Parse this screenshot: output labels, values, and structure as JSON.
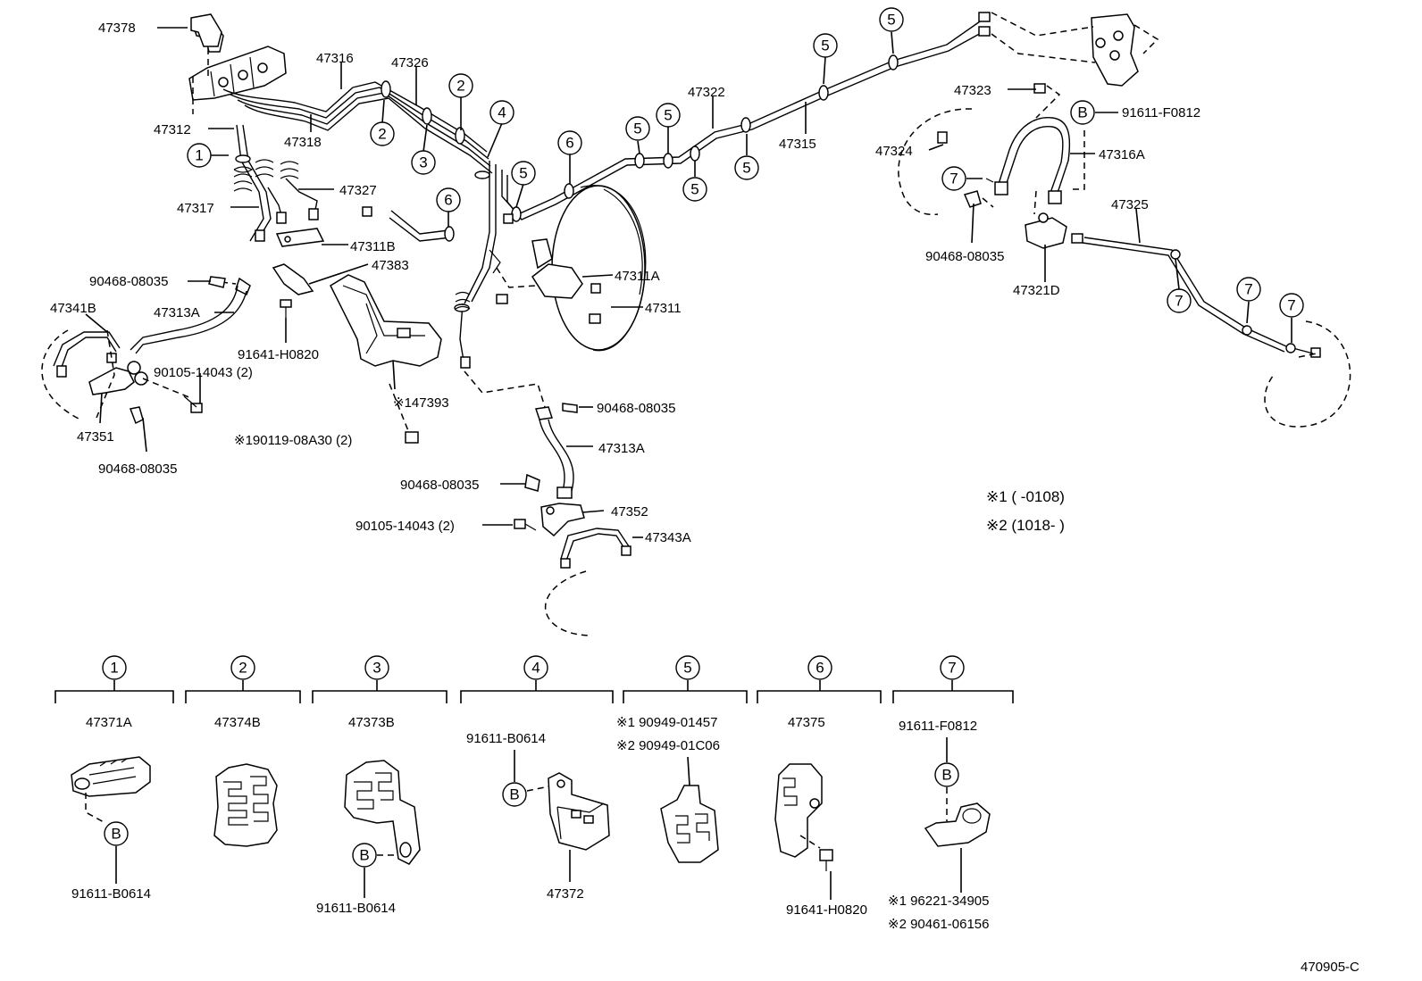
{
  "labels": {
    "p47378": "47378",
    "p47316": "47316",
    "p47326": "47326",
    "p47312": "47312",
    "p47318": "47318",
    "p47322": "47322",
    "p47315": "47315",
    "p47323": "47323",
    "p47324": "47324",
    "p91611_F0812_top": "91611-F0812",
    "p47316A": "47316A",
    "p47325": "47325",
    "p90468_right": "90468-08035",
    "p47321D": "47321D",
    "p47317": "47317",
    "p47327": "47327",
    "p47311B": "47311B",
    "p47383": "47383",
    "p47311A": "47311A",
    "p47311": "47311",
    "p90468_left": "90468-08035",
    "p47341B": "47341B",
    "p47313A_left": "47313A",
    "p91641_H0820_top": "91641-H0820",
    "p90105_left": "90105-14043 (2)",
    "p147393": "※147393",
    "p47351": "47351",
    "p90468_left_bottom": "90468-08035",
    "p90119": "※190119-08A30 (2)",
    "p90468_mid": "90468-08035",
    "p47313A_mid": "47313A",
    "p90468_mid2": "90468-08035",
    "p47352": "47352",
    "p90105_mid": "90105-14043 (2)",
    "p47343A": "47343A"
  },
  "notes": {
    "note1": "※1 (        -0108)",
    "note2": "※2 (1018-        )"
  },
  "circles": {
    "c1": "1",
    "c2": "2",
    "c3": "3",
    "c4": "4",
    "c5": "5",
    "c6": "6",
    "c7": "7",
    "cB": "B"
  },
  "detail": {
    "d1_part": "47371A",
    "d1_bolt": "91611-B0614",
    "d2_part": "47374B",
    "d3_part": "47373B",
    "d3_bolt": "91611-B0614",
    "d4_bolt": "91611-B0614",
    "d4_part": "47372",
    "d5_line1": "※1 90949-01457",
    "d5_line2": "※2 90949-01C06",
    "d6_part": "47375",
    "d6_bolt": "91641-H0820",
    "d7_bolt": "91611-F0812",
    "d7_line1": "※1 96221-34905",
    "d7_line2": "※2 90461-06156"
  },
  "figure_code": "470905-C"
}
